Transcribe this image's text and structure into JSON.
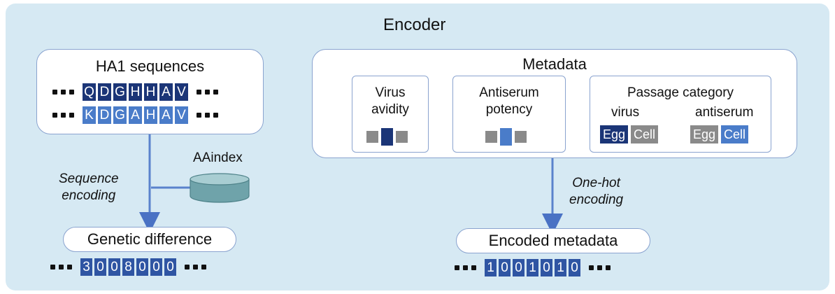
{
  "title": "Encoder",
  "ha1": {
    "title": "HA1 sequences",
    "row1": [
      "Q",
      "D",
      "G",
      "H",
      "H",
      "A",
      "V"
    ],
    "row2": [
      "K",
      "D",
      "G",
      "A",
      "H",
      "A",
      "V"
    ]
  },
  "aaindex": "AAindex",
  "sequence_encoding": {
    "line1": "Sequence",
    "line2": "encoding"
  },
  "genetic_difference": {
    "label": "Genetic difference",
    "values": [
      "3",
      "0",
      "0",
      "8",
      "0",
      "0",
      "0"
    ]
  },
  "metadata": {
    "title": "Metadata",
    "virus_avidity": {
      "line1": "Virus",
      "line2": "avidity"
    },
    "antiserum_potency": {
      "line1": "Antiserum",
      "line2": "potency"
    },
    "passage": {
      "title": "Passage category",
      "virus": "virus",
      "antiserum": "antiserum",
      "egg": "Egg",
      "cell": "Cell"
    }
  },
  "one_hot": {
    "line1": "One-hot",
    "line2": "encoding"
  },
  "encoded_metadata": {
    "label": "Encoded metadata",
    "values": [
      "1",
      "0",
      "0",
      "1",
      "0",
      "1",
      "0"
    ]
  },
  "colors": {
    "panel": "#d6e9f3",
    "dark_blue": "#1b3577",
    "medium_blue": "#4a7cc9",
    "gray": "#8a8a8a",
    "arrow": "#4a72c4"
  }
}
